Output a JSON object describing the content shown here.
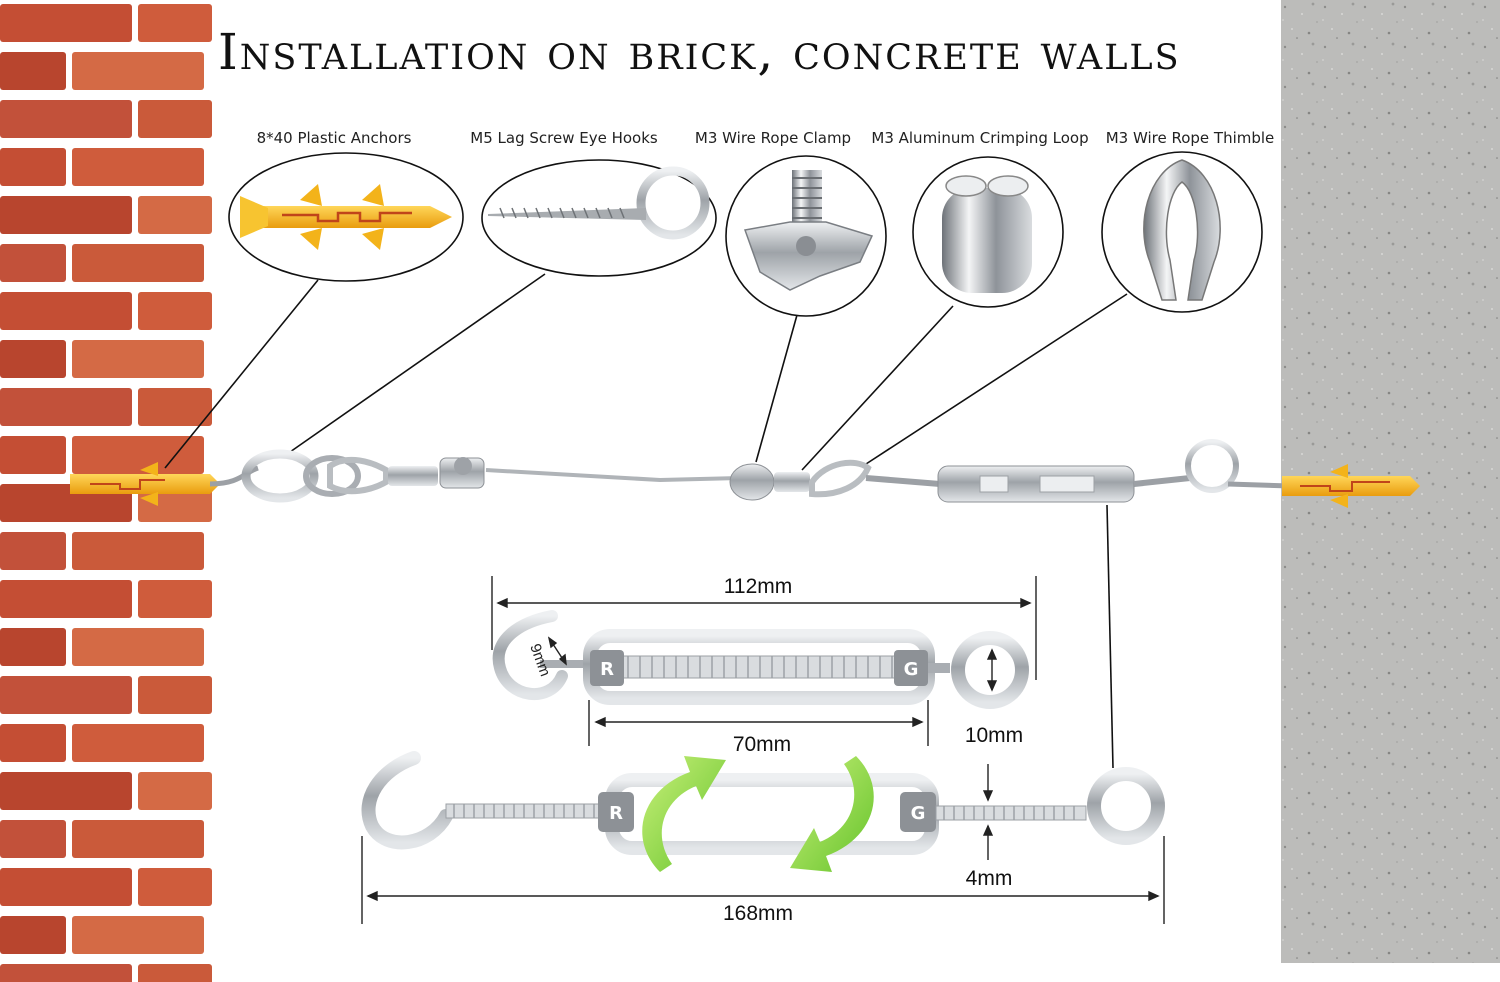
{
  "title": "Installation on brick, concrete walls",
  "components": [
    {
      "label": "8*40 Plastic Anchors",
      "icon": "plastic-anchor-icon"
    },
    {
      "label": "M5 Lag Screw Eye Hooks",
      "icon": "eye-hook-icon"
    },
    {
      "label": "M3 Wire Rope Clamp",
      "icon": "wire-rope-clamp-icon"
    },
    {
      "label": "M3 Aluminum Crimping Loop",
      "icon": "crimping-loop-icon"
    },
    {
      "label": "M3 Wire Rope Thimble",
      "icon": "wire-rope-thimble-icon"
    }
  ],
  "turnbuckle": {
    "length_closed": "112mm",
    "hook_gap": "9mm",
    "body_length": "70mm",
    "eye_diameter": "10mm",
    "thread_diameter": "4mm",
    "length_open": "168mm",
    "left_letter": "R",
    "right_letter": "G"
  },
  "colors": {
    "brick": "#c8553a",
    "mortar": "#ffffff",
    "concrete": "#b9b9b7",
    "anchor": "#f2b21c",
    "steel": "#b8bcc0",
    "arrow": "#8ed84a"
  }
}
